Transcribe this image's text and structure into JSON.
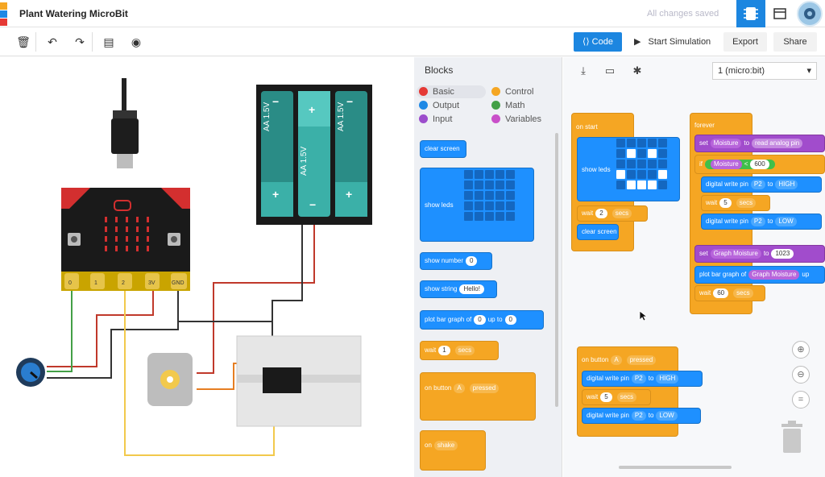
{
  "header": {
    "title": "Plant Watering MicroBit",
    "save_status": "All changes saved"
  },
  "toolbar": {
    "code_label": "Code",
    "simulation_label": "Start Simulation",
    "export_label": "Export",
    "share_label": "Share"
  },
  "canvas": {
    "battery_labels": [
      "AA 1.5V",
      "AA 1.5V",
      "AA 1.5V"
    ],
    "microbit_pins": [
      "0",
      "1",
      "2",
      "3V",
      "GND"
    ]
  },
  "blocks": {
    "title": "Blocks",
    "categories": [
      {
        "label": "Basic",
        "color": "#e53935"
      },
      {
        "label": "Control",
        "color": "#f5a623"
      },
      {
        "label": "Output",
        "color": "#1e88e5"
      },
      {
        "label": "Math",
        "color": "#43a047"
      },
      {
        "label": "Input",
        "color": "#9c4dcc"
      },
      {
        "label": "Variables",
        "color": "#c94fc9"
      }
    ],
    "palette": {
      "clear_screen": "clear screen",
      "show_leds": "show leds",
      "show_number": "show number",
      "show_number_val": "0",
      "show_string": "show string",
      "show_string_val": "Hello!",
      "plot_bar": "plot bar graph of",
      "plot_bar_val": "0",
      "plot_bar_upto": "up to",
      "plot_bar_max": "0",
      "wait": "wait",
      "wait_val": "1",
      "wait_unit": "secs",
      "on_button": "on button",
      "on_button_btn": "A",
      "on_button_evt": "pressed",
      "on_shake": "on",
      "on_shake_evt": "shake"
    }
  },
  "workspace": {
    "device": "1 (micro:bit)",
    "on_start": "on start",
    "show_leds": "show leds",
    "wait": "wait",
    "wait_val": "2",
    "secs": "secs",
    "clear_screen": "clear screen",
    "forever": "forever",
    "set": "set",
    "var_moisture": "Moisture",
    "to": "to",
    "read_analog": "read analog pin",
    "if": "if",
    "lt": "<",
    "threshold": "600",
    "digital_write": "digital write pin",
    "pin": "P2",
    "high": "HIGH",
    "low": "LOW",
    "wait_5": "5",
    "var_graph": "Graph Moisture",
    "max_val": "1023",
    "plot_bar": "plot bar graph of",
    "up_to": "up",
    "wait_60": "60",
    "on_button": "on button",
    "btn": "A",
    "pressed": "pressed"
  }
}
